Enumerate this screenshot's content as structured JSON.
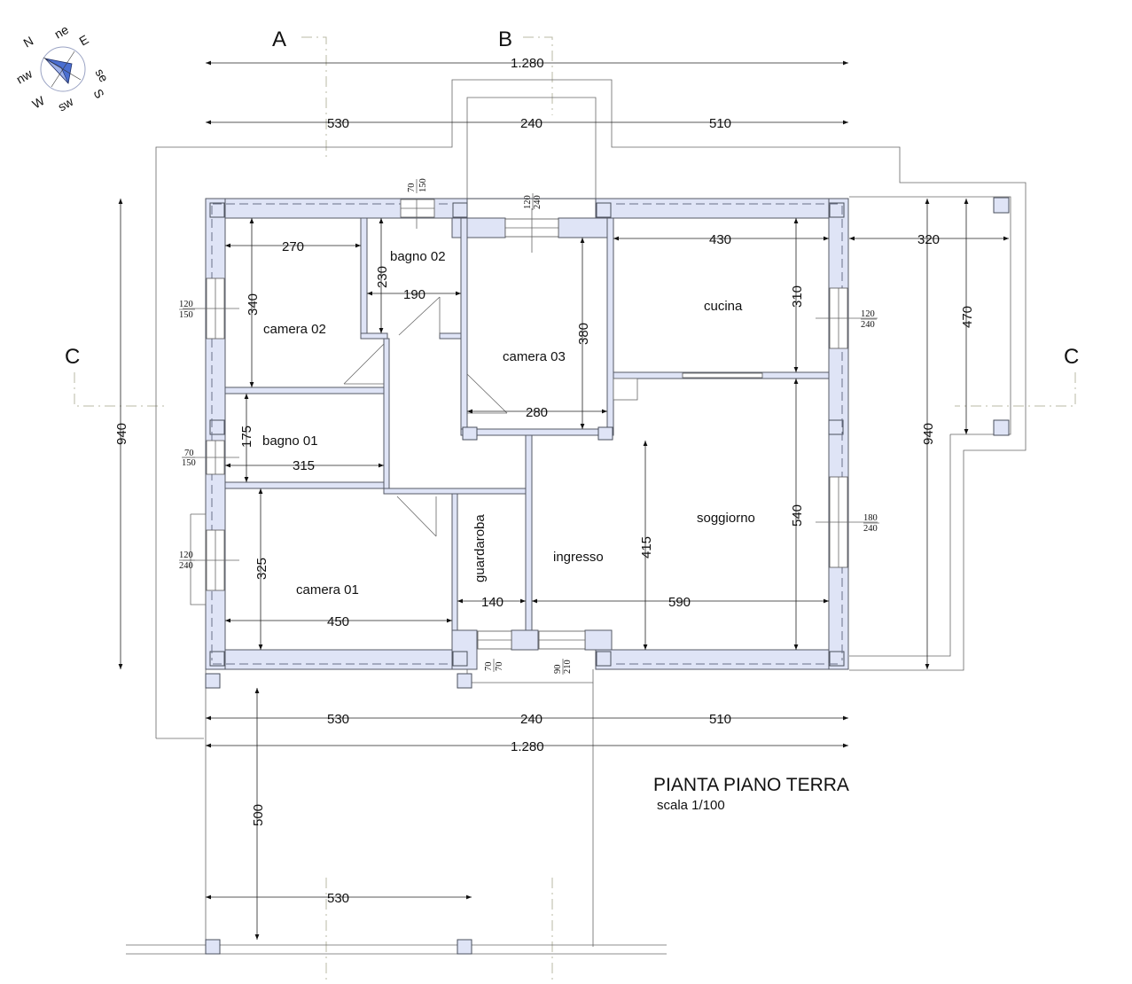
{
  "title": "PIANTA PIANO TERRA",
  "scale": "scala 1/100",
  "compass": {
    "n": "N",
    "ne": "ne",
    "e": "E",
    "se": "se",
    "s": "S",
    "sw": "sw",
    "w": "W",
    "nw": "nw"
  },
  "sections": {
    "a": "A",
    "b": "B",
    "c_left": "C",
    "c_right": "C"
  },
  "rooms": {
    "camera_02": "camera 02",
    "bagno_02": "bagno 02",
    "camera_03": "camera 03",
    "cucina": "cucina",
    "bagno_01": "bagno 01",
    "camera_01": "camera 01",
    "guardaroba": "guardaroba",
    "ingresso": "ingresso",
    "soggiorno": "soggiorno"
  },
  "dimensions": {
    "top_total": "1.280",
    "top_left": "530",
    "top_mid": "240",
    "top_right": "510",
    "camera02_w": "270",
    "camera02_h": "340",
    "bagno02_h": "230",
    "bagno02_w": "190",
    "camera03_h": "380",
    "camera03_w": "280",
    "cucina_w": "430",
    "cucina_h": "310",
    "porch_w": "320",
    "porch_h": "470",
    "left_total": "940",
    "right_total": "940",
    "bagno01_h": "175",
    "bagno01_w": "315",
    "camera01_h": "325",
    "camera01_w": "450",
    "guardaroba_w": "140",
    "ingresso_h": "415",
    "soggiorno_w": "590",
    "soggiorno_h": "540",
    "bottom_left": "530",
    "bottom_mid": "240",
    "bottom_right": "510",
    "bottom_total": "1.280",
    "lower_h": "500",
    "lower_w": "530"
  },
  "openings": {
    "top_bagno02": [
      "70",
      "150"
    ],
    "top_camera03": [
      "120",
      "240"
    ],
    "left_camera02": [
      "120",
      "150"
    ],
    "right_cucina": [
      "120",
      "240"
    ],
    "left_bagno01": [
      "70",
      "150"
    ],
    "left_camera01": [
      "120",
      "240"
    ],
    "right_soggiorno": [
      "180",
      "240"
    ],
    "bottom_guardaroba": [
      "70",
      "70"
    ],
    "bottom_ingresso": [
      "90",
      "210"
    ]
  },
  "colors": {
    "wall_fill": "#dfe4f6",
    "line": "#333333",
    "axis": "#b9b9a4"
  }
}
